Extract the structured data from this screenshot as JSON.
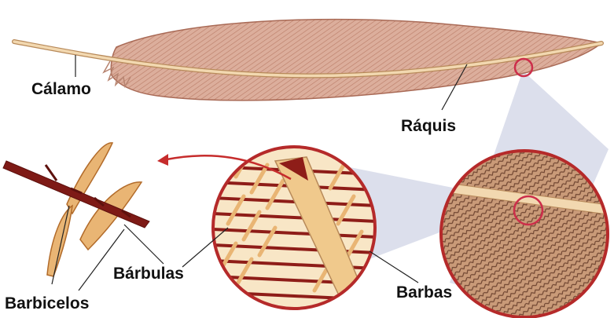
{
  "labels": {
    "calamo": "Cálamo",
    "raquis": "Ráquis",
    "barbulas": "Bárbulas",
    "barbicelos": "Barbicelos",
    "barbas": "Barbas"
  },
  "colors": {
    "vane": "#d9a896",
    "vane_stroke": "#a96a56",
    "shaft": "#f2d8b0",
    "shaft_dark": "#b88a5a",
    "barb_gold": "#e9b574",
    "barb_dark": "#8e1d18",
    "circle_rim": "#b52a2a",
    "lens": "#d8dbea",
    "arrow": "#c62c2c"
  }
}
